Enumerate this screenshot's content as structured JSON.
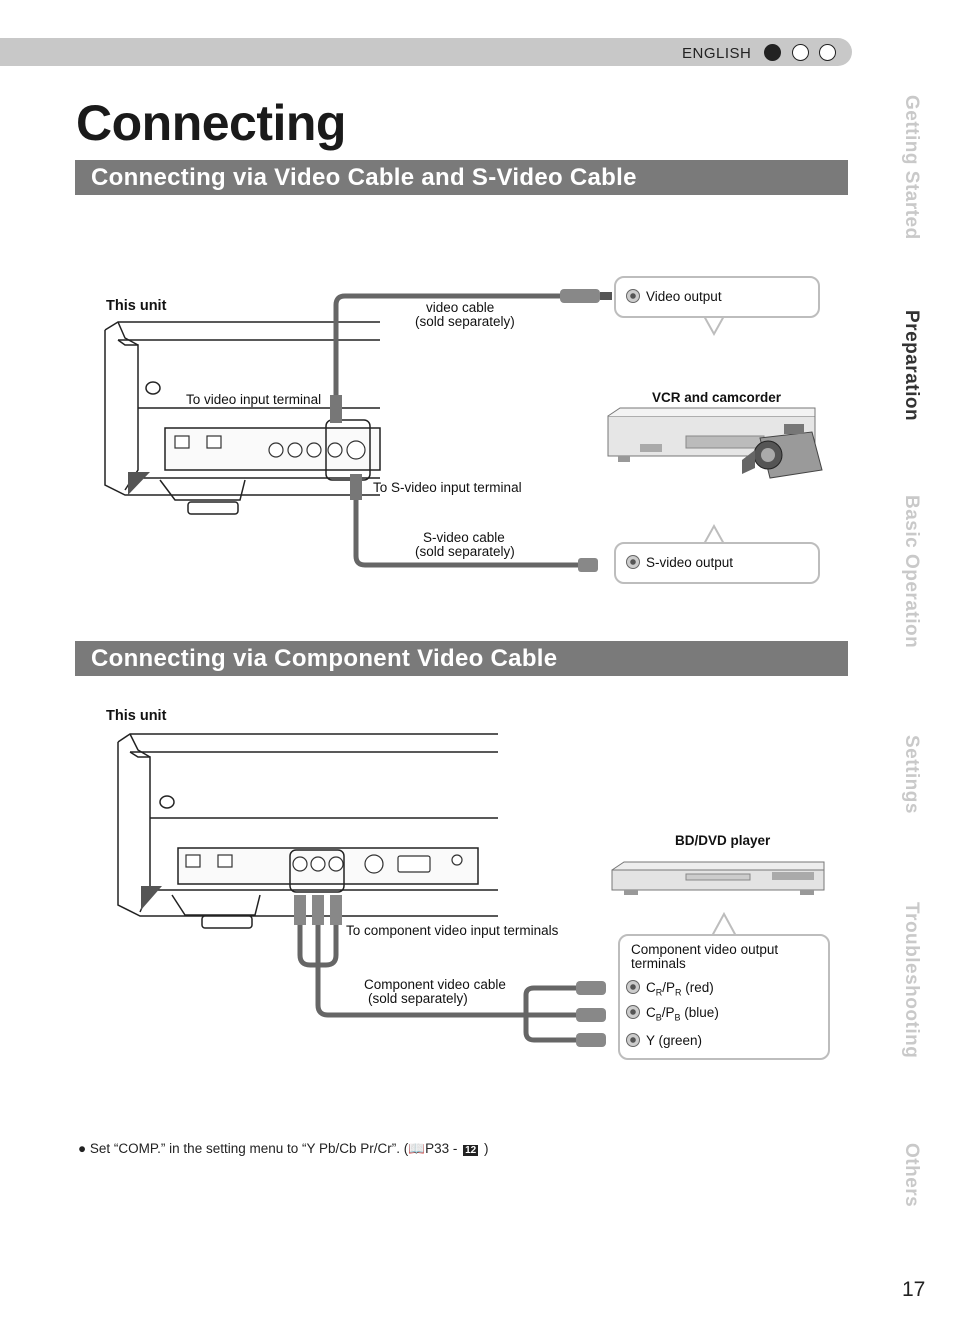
{
  "header": {
    "language": "ENGLISH"
  },
  "title": "Connecting",
  "section1": {
    "heading": "Connecting via Video Cable and S-Video Cable",
    "this_unit": "This unit",
    "video_cable_line1": "video cable",
    "video_cable_line2": "(sold separately)",
    "video_output": "Video output",
    "vcr_label": "VCR and camcorder",
    "to_video_input": "To video input terminal",
    "to_svideo_input": "To S-video input terminal",
    "svideo_cable_line1": "S-video cable",
    "svideo_cable_line2": "(sold separately)",
    "svideo_output": "S-video output"
  },
  "section2": {
    "heading": "Connecting via Component Video Cable",
    "this_unit": "This unit",
    "bd_label": "BD/DVD player",
    "to_component_input": "To component video input terminals",
    "output_title_line1": "Component video output",
    "output_title_line2": "terminals",
    "cable_line1": "Component video cable",
    "cable_line2": "(sold separately)",
    "cr_main": "C",
    "cr_sub1": "R",
    "cr_mid": "/P",
    "cr_sub2": "R",
    "cr_tail": " (red)",
    "cb_main": "C",
    "cb_sub1": "B",
    "cb_mid": "/P",
    "cb_sub2": "B",
    "cb_tail": " (blue)",
    "y_label": "Y (green)"
  },
  "note": {
    "text_before": "Set “COMP.” in the setting menu to “Y Pb/Cb Pr/Cr”. (",
    "page_ref": "P33 - ",
    "badge": "12",
    "text_after": " )"
  },
  "tabs": [
    "Getting Started",
    "Preparation",
    "Basic Operation",
    "Settings",
    "Troubleshooting",
    "Others"
  ],
  "active_tab": "Preparation",
  "page_number": "17",
  "colors": {
    "heading_bg": "#7a7a7a",
    "tab_inactive": "#c9c9c9",
    "tab_active": "#333333"
  }
}
